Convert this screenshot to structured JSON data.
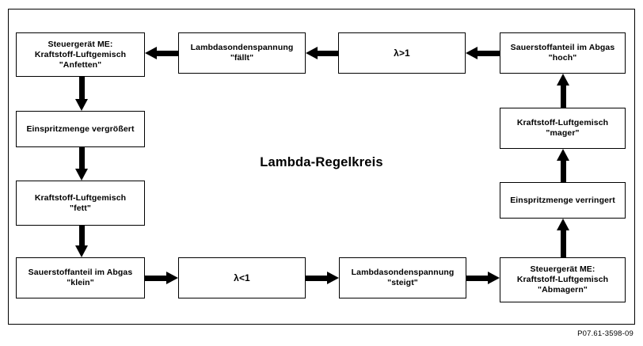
{
  "diagram": {
    "title": "Lambda-Regelkreis",
    "part_number": "P07.61-3598-09",
    "nodes": [
      {
        "id": "steuergeraet_anfetten",
        "label": "Steuergerät ME:\nKraftstoff-Luftgemisch\n\"Anfetten\""
      },
      {
        "id": "einspritzmenge_vergroessert",
        "label": "Einspritzmenge vergrößert"
      },
      {
        "id": "gemisch_fett",
        "label": "Kraftstoff-Luftgemisch\n\"fett\""
      },
      {
        "id": "sauerstoff_klein",
        "label": "Sauerstoffanteil im Abgas\n\"klein\""
      },
      {
        "id": "lambda_kleiner_1",
        "label": "λ<1"
      },
      {
        "id": "spannung_steigt",
        "label": "Lambdasondenspannung\n\"steigt\""
      },
      {
        "id": "steuergeraet_abmagern",
        "label": "Steuergerät ME:\nKraftstoff-Luftgemisch\n\"Abmagern\""
      },
      {
        "id": "einspritzmenge_verringert",
        "label": "Einspritzmenge verringert"
      },
      {
        "id": "gemisch_mager",
        "label": "Kraftstoff-Luftgemisch\n\"mager\""
      },
      {
        "id": "sauerstoff_hoch",
        "label": "Sauerstoffanteil im Abgas\n\"hoch\""
      },
      {
        "id": "lambda_groesser_1",
        "label": "λ>1"
      },
      {
        "id": "spannung_faellt",
        "label": "Lambdasondenspannung\n\"fällt\""
      }
    ],
    "edges": [
      {
        "from": "spannung_faellt",
        "to": "steuergeraet_anfetten",
        "direction": "left"
      },
      {
        "from": "lambda_groesser_1",
        "to": "spannung_faellt",
        "direction": "left"
      },
      {
        "from": "sauerstoff_hoch",
        "to": "lambda_groesser_1",
        "direction": "left"
      },
      {
        "from": "steuergeraet_anfetten",
        "to": "einspritzmenge_vergroessert",
        "direction": "down"
      },
      {
        "from": "einspritzmenge_vergroessert",
        "to": "gemisch_fett",
        "direction": "down"
      },
      {
        "from": "gemisch_fett",
        "to": "sauerstoff_klein",
        "direction": "down"
      },
      {
        "from": "sauerstoff_klein",
        "to": "lambda_kleiner_1",
        "direction": "right"
      },
      {
        "from": "lambda_kleiner_1",
        "to": "spannung_steigt",
        "direction": "right"
      },
      {
        "from": "spannung_steigt",
        "to": "steuergeraet_abmagern",
        "direction": "right"
      },
      {
        "from": "steuergeraet_abmagern",
        "to": "einspritzmenge_verringert",
        "direction": "up"
      },
      {
        "from": "einspritzmenge_verringert",
        "to": "gemisch_mager",
        "direction": "up"
      },
      {
        "from": "gemisch_mager",
        "to": "sauerstoff_hoch",
        "direction": "up"
      }
    ],
    "colors": {
      "stroke": "#000000",
      "background": "#ffffff"
    }
  }
}
